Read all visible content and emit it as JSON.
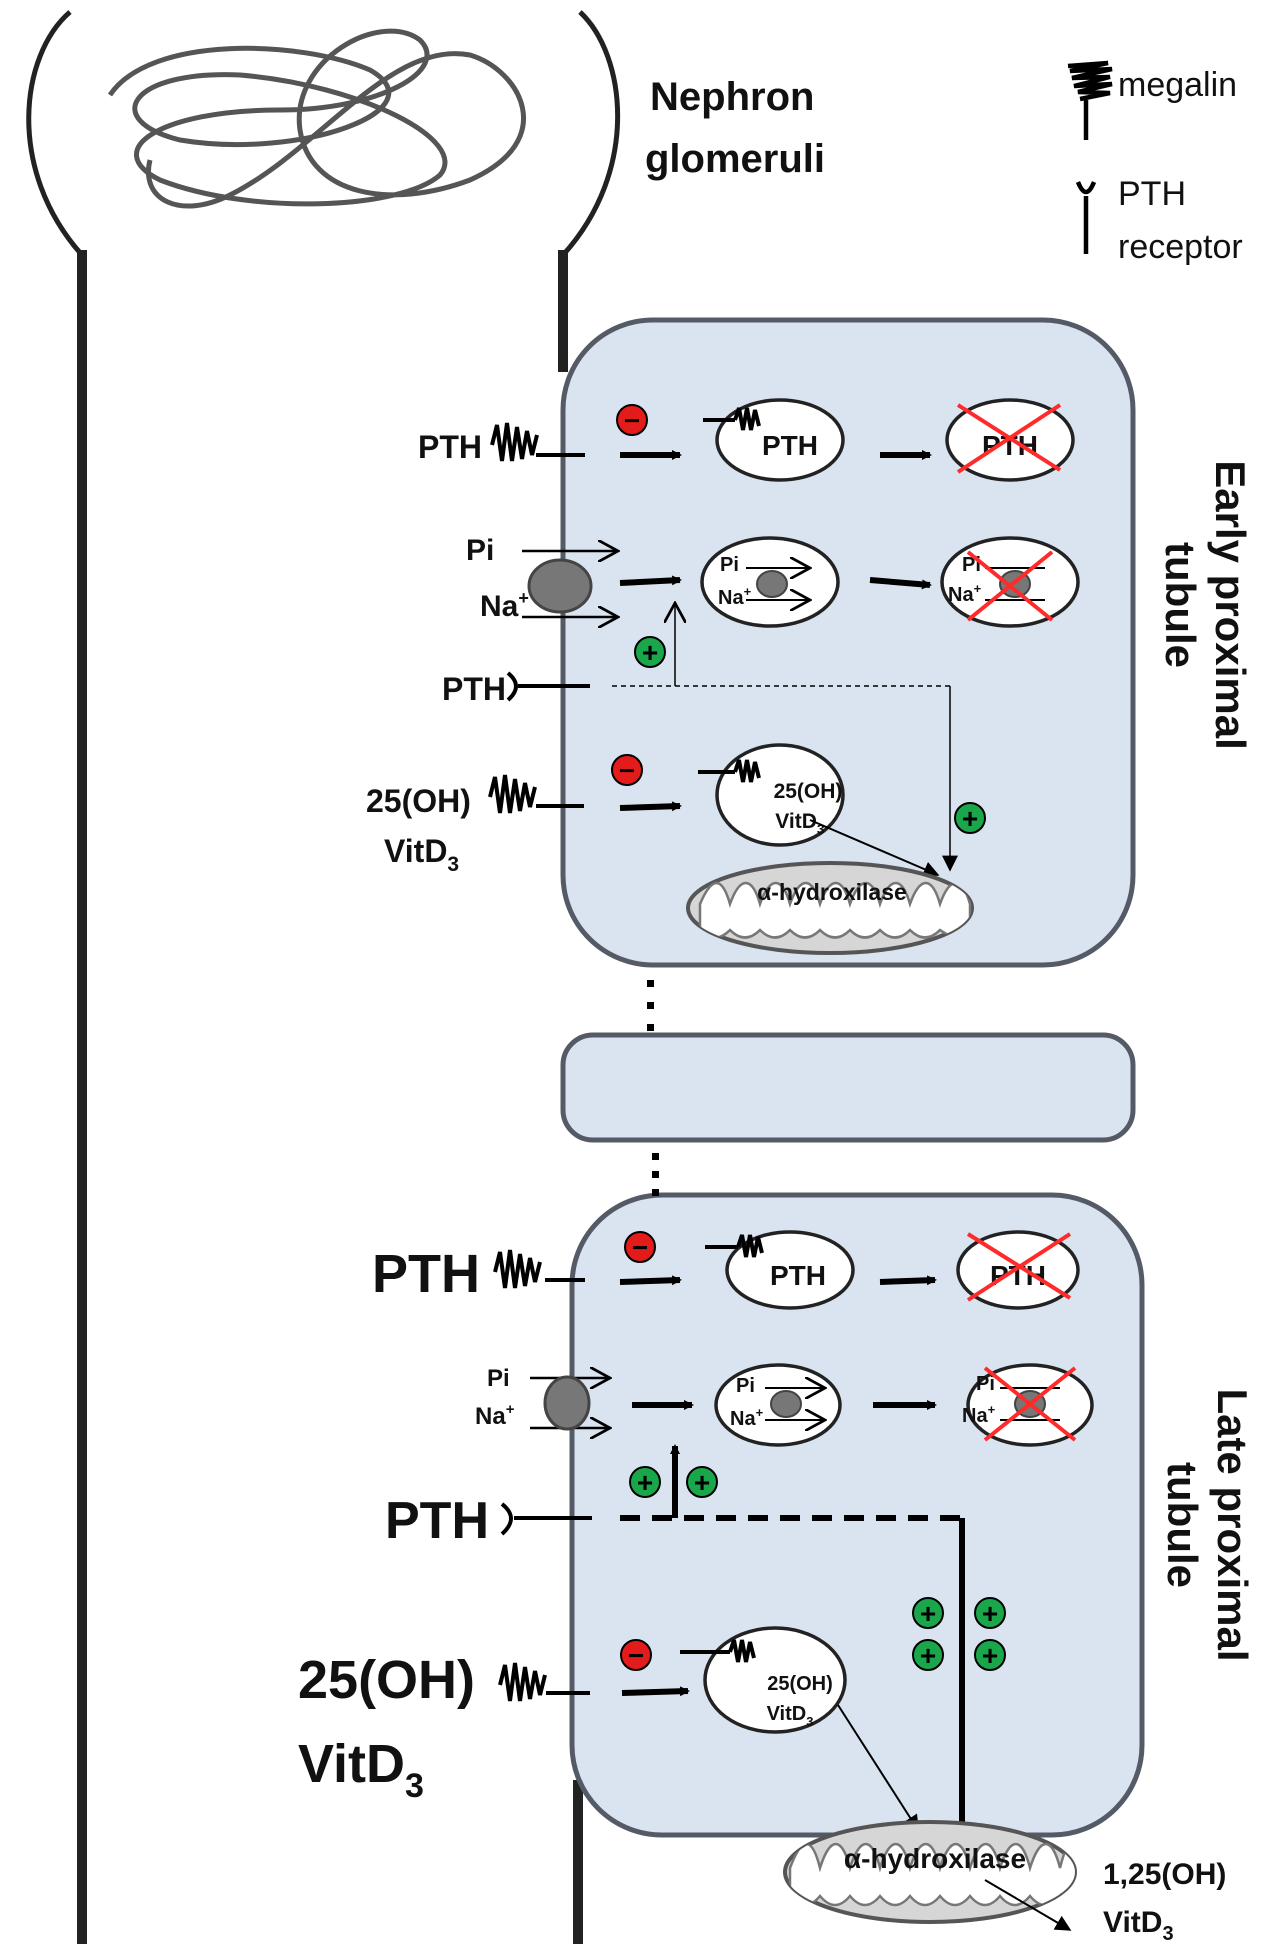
{
  "labels": {
    "nephron": "Nephron",
    "glomeruli": "glomeruli",
    "early_line1": "Early proximal",
    "early_line2": "tubule",
    "late_line1": "Late proximal",
    "late_line2": "tubule"
  },
  "legend": {
    "megalin": "megalin",
    "pth_receptor_line1": "PTH",
    "pth_receptor_line2": "receptor"
  },
  "terms": {
    "pth": "PTH",
    "pi": "Pi",
    "na": "Na",
    "na_sup": "+",
    "ohd_line1": "25(OH)",
    "vitd": "VitD",
    "vitd_sub": "3",
    "enzyme": "α-hydroxilase",
    "output_line1": "1,25(OH)"
  },
  "signs": {
    "minus": "−",
    "plus": "+"
  },
  "colors": {
    "cell_fill": "#dae3f0",
    "inhibit_red": "#e31b1b",
    "activate_green": "#1aa64a",
    "degrade_cross": "#ff2a2a"
  }
}
